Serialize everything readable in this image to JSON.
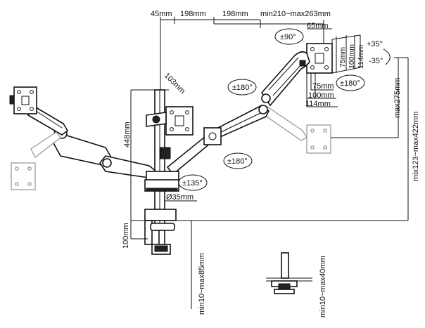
{
  "dimensions": {
    "top_45": "45mm",
    "top_198_a": "198mm",
    "top_198_b": "198mm",
    "top_min_max": "min210~max263mm",
    "vesa_65": "65mm",
    "vesa_75_v": "75mm",
    "vesa_100_v": "100mm",
    "vesa_114_v": "114mm",
    "vesa_75_h": "75mm",
    "vesa_100_h": "100mm",
    "vesa_114_h": "114mm",
    "post_offset": "103mm",
    "pole_height": "448mm",
    "pole_diameter": "Ø35mm",
    "base_height": "100mm",
    "max_275": "max275mm",
    "height_range": "mix123~max422mm",
    "clamp_range": "min10~max85mm",
    "grommet_range": "min10~max40mm"
  },
  "rotations": {
    "rot_90": "±90°",
    "rot_180_right": "±180°",
    "rot_180_top": "±180°",
    "rot_180_mid": "±180°",
    "rot_135": "±135°",
    "tilt_plus": "+35°",
    "tilt_minus": "-35°"
  }
}
